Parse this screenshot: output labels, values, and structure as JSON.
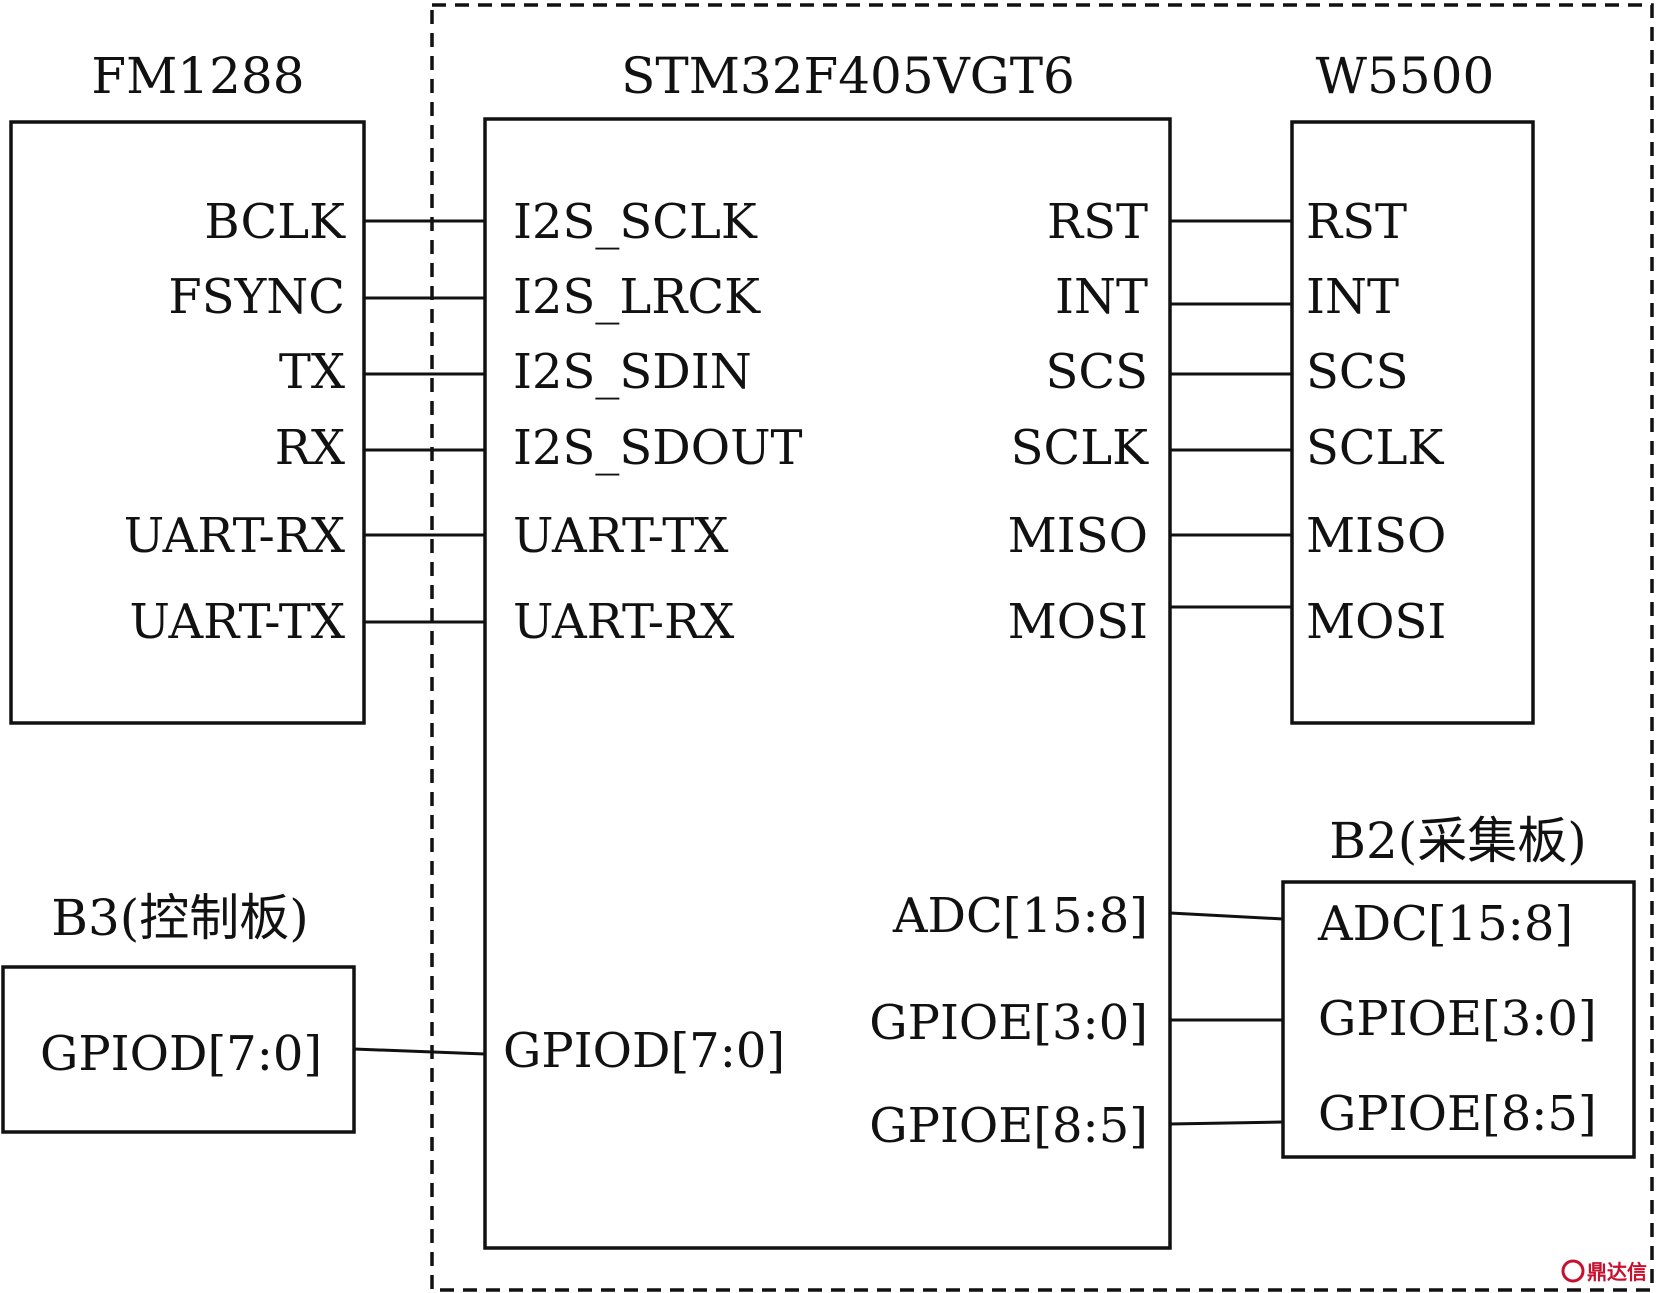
{
  "fm1288": {
    "title": "FM1288",
    "pins": [
      "BCLK",
      "FSYNC",
      "TX",
      "RX",
      "UART-RX",
      "UART-TX"
    ]
  },
  "stm32": {
    "title": "STM32F405VGT6",
    "left_pins": [
      "I2S_SCLK",
      "I2S_LRCK",
      "I2S_SDIN",
      "I2S_SDOUT",
      "UART-TX",
      "UART-RX"
    ],
    "right_pins": [
      "RST",
      "INT",
      "SCS",
      "SCLK",
      "MISO",
      "MOSI"
    ],
    "lower_right_pins": [
      "ADC[15:8]",
      "GPIOE[3:0]",
      "GPIOE[8:5]"
    ],
    "lower_left_pin": "GPIOD[7:0]"
  },
  "w5500": {
    "title": "W5500",
    "pins": [
      "RST",
      "INT",
      "SCS",
      "SCLK",
      "MISO",
      "MOSI"
    ]
  },
  "b2": {
    "title": "B2(采集板)",
    "pins": [
      "ADC[15:8]",
      "GPIOE[3:0]",
      "GPIOE[8:5]"
    ]
  },
  "b3": {
    "title": "B3(控制板)",
    "pins": [
      "GPIOD[7:0]"
    ]
  },
  "watermark": {
    "text": "鼎达信",
    "color": "#c8102e"
  }
}
